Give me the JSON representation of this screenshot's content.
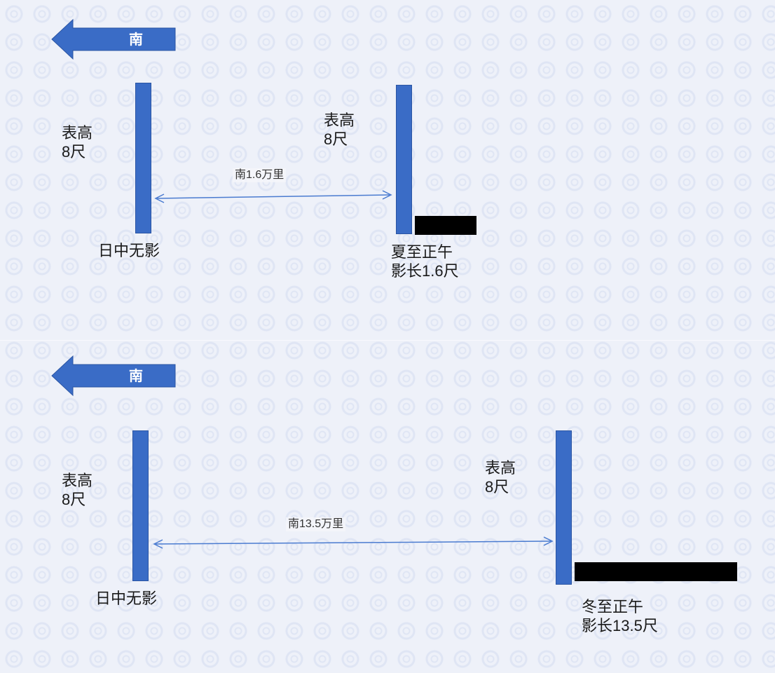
{
  "direction_label": "南",
  "colors": {
    "pole": "#3a6cc6",
    "shadow": "#000000",
    "arrow": "#3a6cc6",
    "distance_line": "#4a7bd0"
  },
  "summer": {
    "pole_left_label": "表高\n8尺",
    "pole_left_caption": "日中无影",
    "distance_label": "南1.6万里",
    "pole_right_label": "表高\n8尺",
    "pole_right_caption": "夏至正午\n影长1.6尺"
  },
  "winter": {
    "pole_left_label": "表高\n8尺",
    "pole_left_caption": "日中无影",
    "distance_label": "南13.5万里",
    "pole_right_label": "表高\n8尺",
    "pole_right_caption": "冬至正午\n影长13.5尺"
  }
}
